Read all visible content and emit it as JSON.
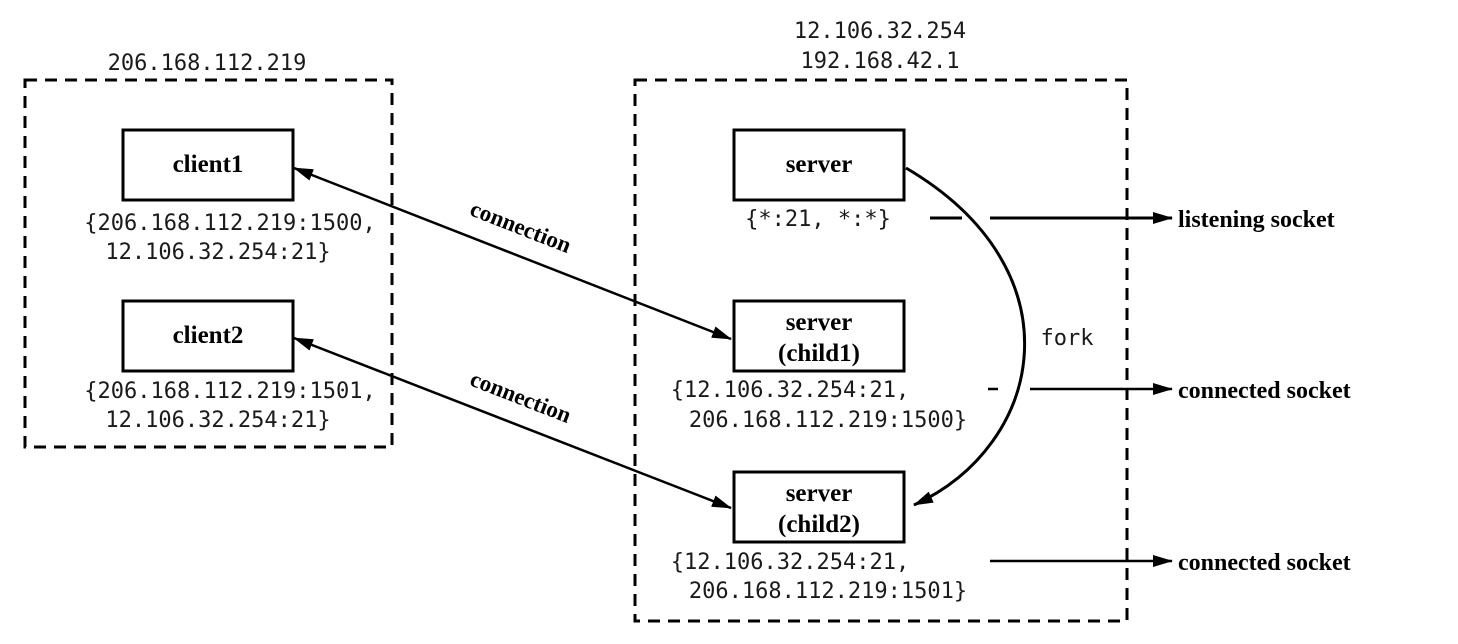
{
  "client_host": {
    "address": "206.168.112.219",
    "client1": {
      "label": "client1",
      "socket_line1": "{206.168.112.219:1500,",
      "socket_line2": "12.106.32.254:21}"
    },
    "client2": {
      "label": "client2",
      "socket_line1": "{206.168.112.219:1501,",
      "socket_line2": "12.106.32.254:21}"
    }
  },
  "server_host": {
    "address_line1": "12.106.32.254",
    "address_line2": "192.168.42.1",
    "server": {
      "label": "server",
      "socket": "{*:21, *:*}"
    },
    "child1": {
      "label_line1": "server",
      "label_line2": "(child1)",
      "socket_line1": "{12.106.32.254:21,",
      "socket_line2": "206.168.112.219:1500}"
    },
    "child2": {
      "label_line1": "server",
      "label_line2": "(child2)",
      "socket_line1": "{12.106.32.254:21,",
      "socket_line2": "206.168.112.219:1501}"
    }
  },
  "edges": {
    "connection1_label": "connection",
    "connection2_label": "connection",
    "fork_label": "fork"
  },
  "side_labels": {
    "listening": "listening socket",
    "connected1": "connected socket",
    "connected2": "connected socket"
  }
}
